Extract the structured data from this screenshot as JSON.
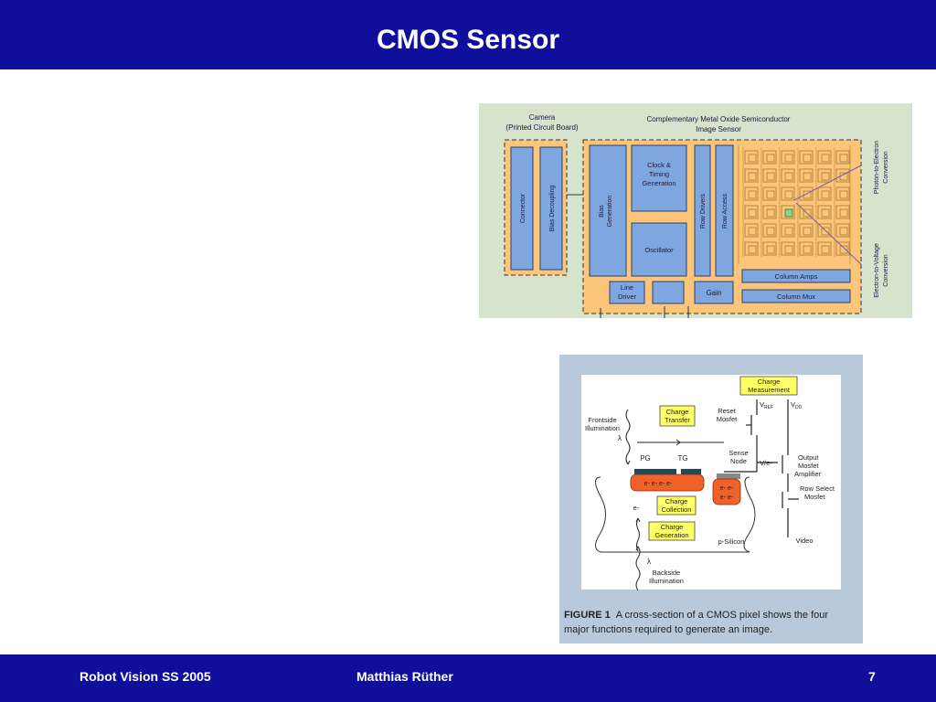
{
  "slide": {
    "title": "CMOS Sensor"
  },
  "footer": {
    "left": "Robot Vision SS 2005",
    "center": "Matthias Rüther",
    "page": "7"
  },
  "figure_top": {
    "camera_label_1": "Camera",
    "camera_label_2": "(Printed Circuit Board)",
    "sensor_label_1": "Complementary Metal Oxide Semiconductor",
    "sensor_label_2": "Image Sensor",
    "connector": "Connector",
    "bias_decoupling": "Bias Decoupling",
    "bias_generation_1": "Bias",
    "bias_generation_2": "Generation",
    "clock_1": "Clock &",
    "clock_2": "Timing",
    "clock_3": "Generation",
    "oscillator": "Oscillator",
    "row_drivers": "Row Drivers",
    "row_access": "Row Access",
    "column_amps": "Column Amps",
    "column_mux": "Column Mux",
    "line_driver_1": "Line",
    "line_driver_2": "Driver",
    "gain": "Gain",
    "photon_1": "Photon-to-Electron",
    "photon_2": "Conversion",
    "electron_1": "Electron-to-Voltage",
    "electron_2": "Conversion"
  },
  "figure_bottom": {
    "charge_measurement_1": "Charge",
    "charge_measurement_2": "Measurement",
    "vref": "V",
    "vref_sub": "REF",
    "vdd": "V",
    "vdd_sub": "DD",
    "reset_mosfet_1": "Reset",
    "reset_mosfet_2": "Mosfet",
    "frontside_1": "Frontside",
    "frontside_2": "Illumination",
    "lambda": "λ",
    "charge_transfer_1": "Charge",
    "charge_transfer_2": "Transfer",
    "pg": "PG",
    "tg": "TG",
    "sense_node_1": "Sense",
    "sense_node_2": "Node",
    "ve": "V/e-",
    "output_1": "Output",
    "output_2": "Mosfet",
    "output_3": "Amplifier",
    "electrons_pg": "e- e- e- e-",
    "electrons_sn_1": "e- e-",
    "electrons_sn_2": "e- e-",
    "row_select_1": "Row Select",
    "row_select_2": "Mosfet",
    "e_minus": "e-",
    "charge_collection_1": "Charge",
    "charge_collection_2": "Collection",
    "charge_generation_1": "Charge",
    "charge_generation_2": "Generation",
    "p_silicon": "p-Silicon",
    "video": "Video",
    "backside_1": "Backside",
    "backside_2": "Illumination",
    "caption_label": "FIGURE 1",
    "caption_text_1": "A cross-section of a CMOS pixel shows the four",
    "caption_text_2": "major functions required to generate an image."
  },
  "colors": {
    "header": "#0f0f9c",
    "diagram_bg": "#d6e3cd",
    "board": "#fdc57a",
    "block": "#7ea6df",
    "highlight_pixel": "#8ed48a",
    "label_box": "#ffff66",
    "charge": "#f0622a",
    "figure_frame": "#b8c9dc"
  }
}
